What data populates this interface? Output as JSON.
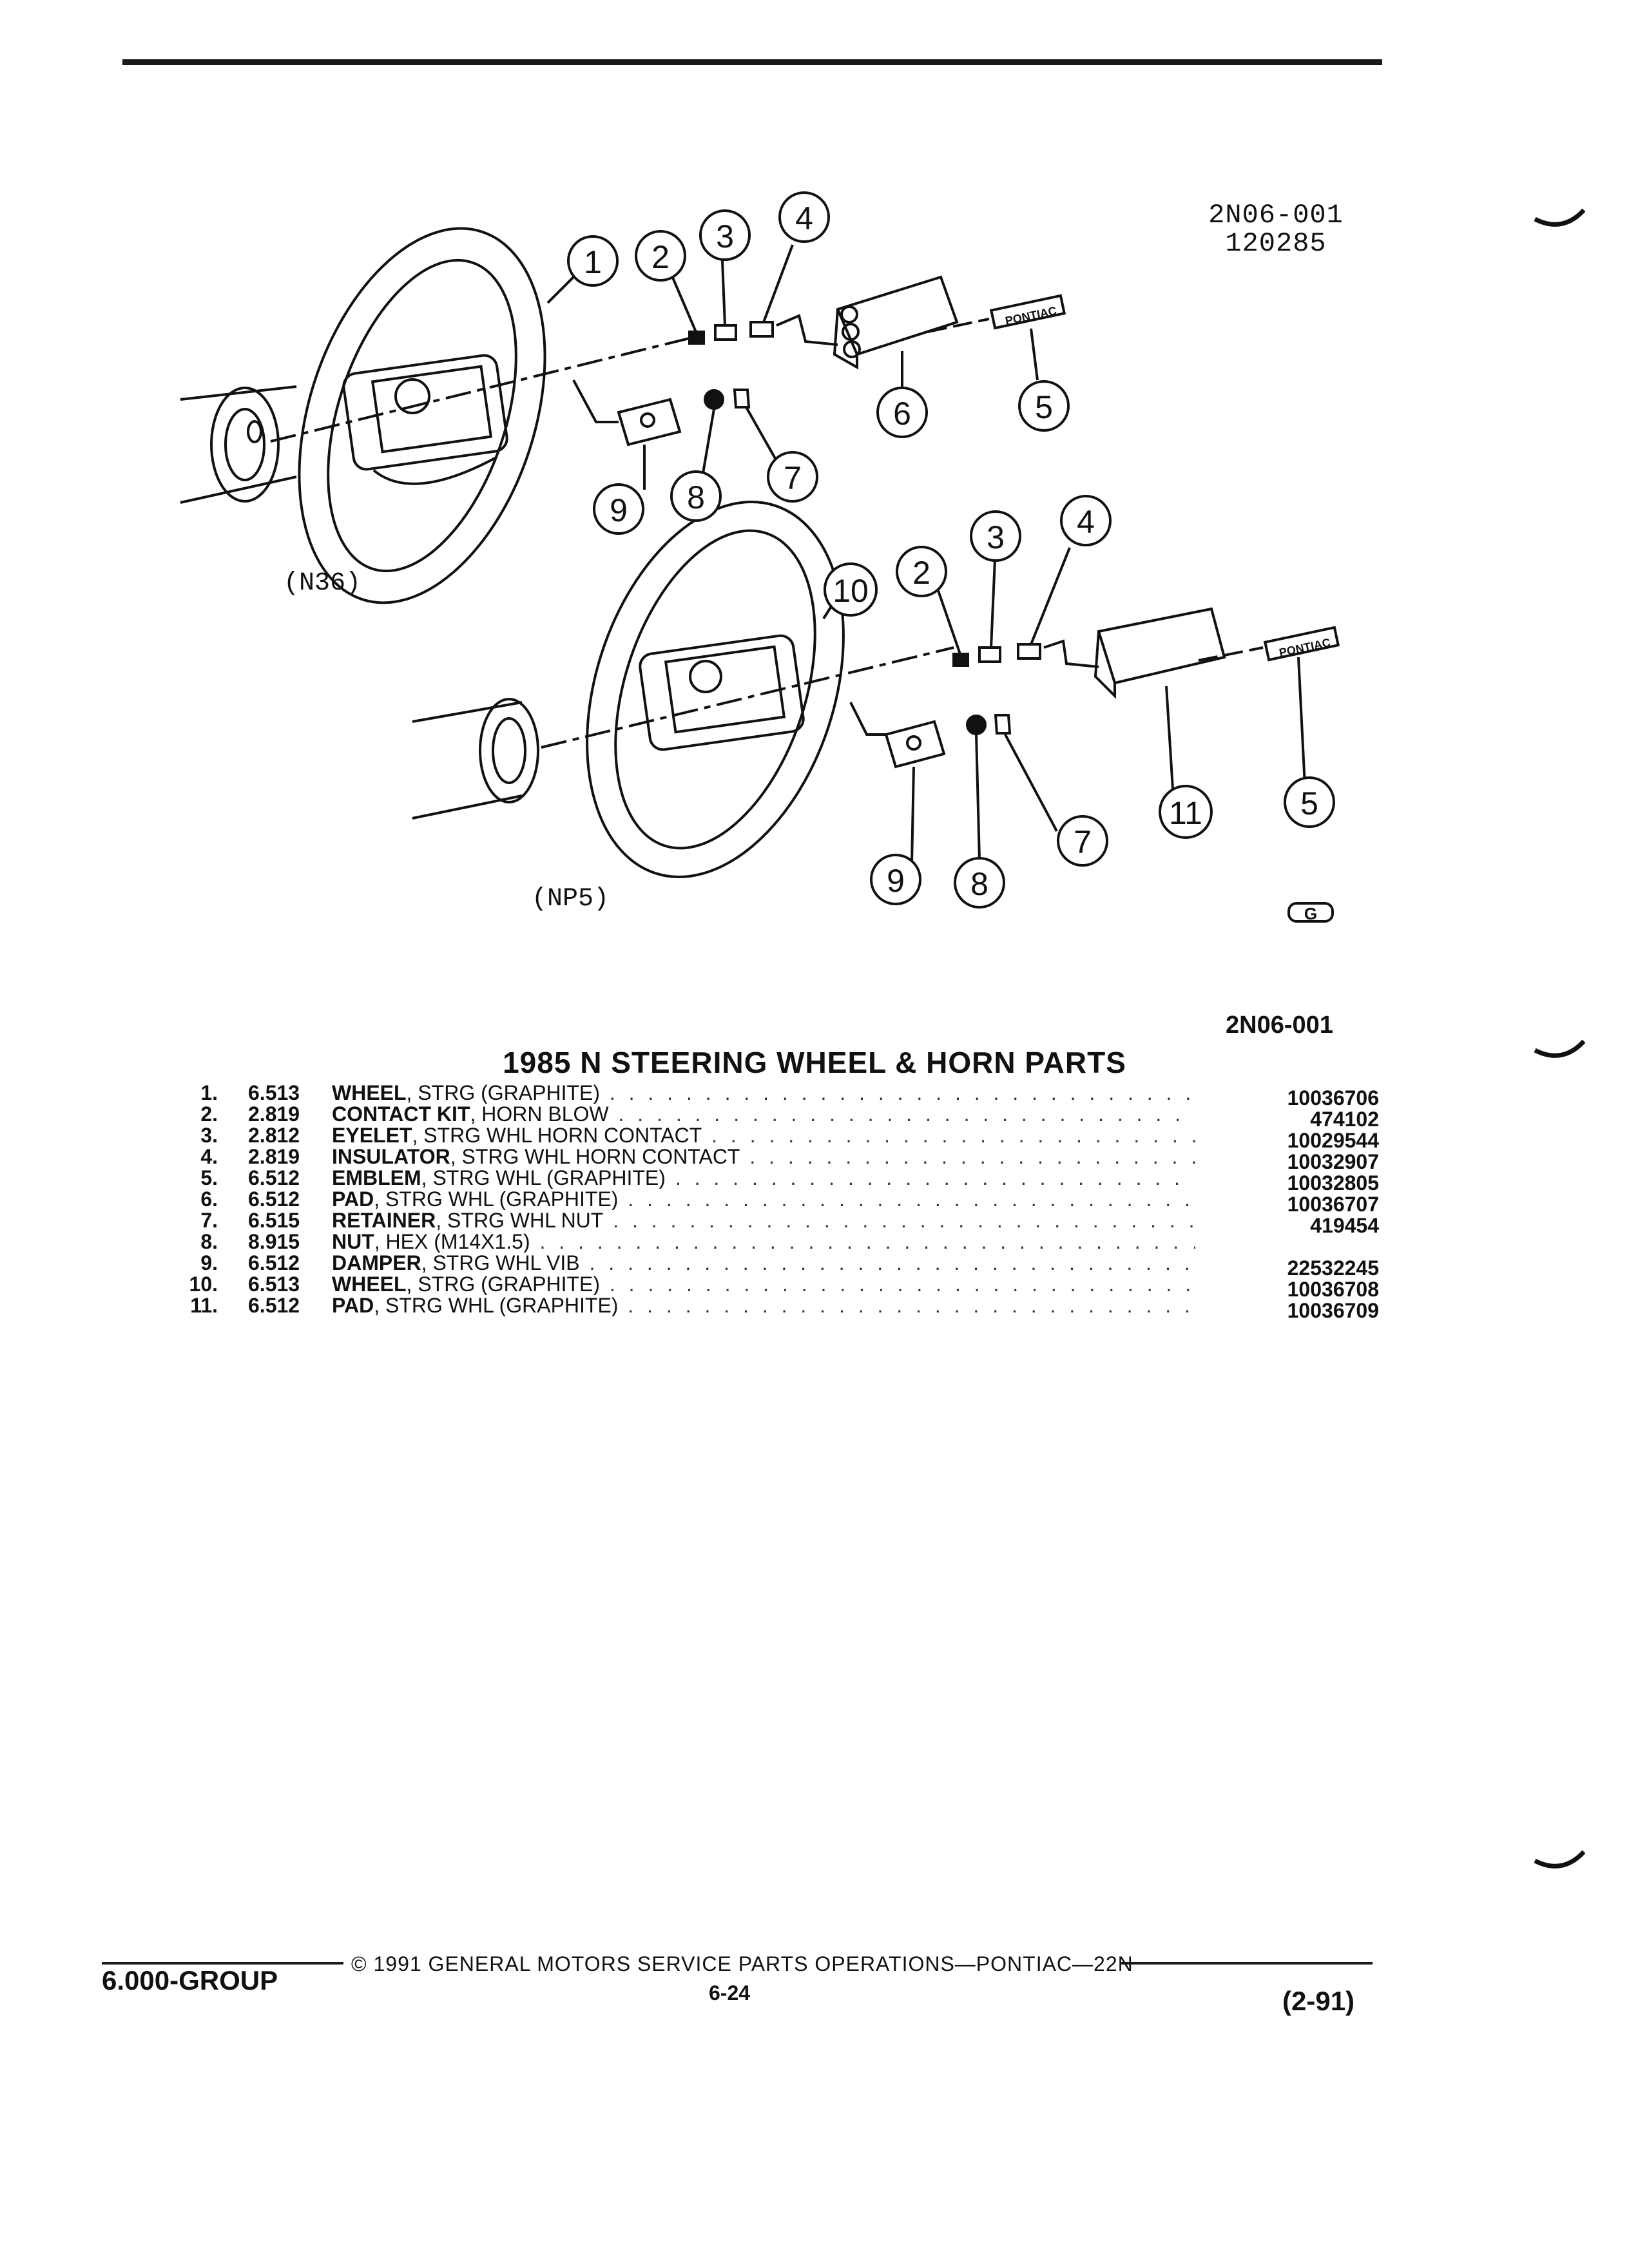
{
  "header": {
    "figure_code": "2N06-001",
    "figure_date": "120285"
  },
  "diagram": {
    "variant_top": "(N36)",
    "variant_bottom": "(NP5)",
    "emblem_text": "PONTIAC",
    "callouts_top": [
      "1",
      "2",
      "3",
      "4",
      "5",
      "6",
      "7",
      "8",
      "9"
    ],
    "callouts_bottom": [
      "10",
      "2",
      "3",
      "4",
      "11",
      "5",
      "7",
      "8",
      "9"
    ],
    "corner_mark": "G",
    "ref_code": "2N06-001"
  },
  "title": "1985 N STEERING WHEEL & HORN PARTS",
  "parts": [
    {
      "num": "1.",
      "group": "6.513",
      "name": "WHEEL",
      "desc": ", STRG (GRAPHITE)",
      "part_no": "10036706"
    },
    {
      "num": "2.",
      "group": "2.819",
      "name": "CONTACT KIT",
      "desc": ", HORN BLOW",
      "part_no": "474102"
    },
    {
      "num": "3.",
      "group": "2.812",
      "name": "EYELET",
      "desc": ", STRG WHL HORN CONTACT",
      "part_no": "10029544"
    },
    {
      "num": "4.",
      "group": "2.819",
      "name": "INSULATOR",
      "desc": ", STRG WHL HORN CONTACT",
      "part_no": "10032907"
    },
    {
      "num": "5.",
      "group": "6.512",
      "name": "EMBLEM",
      "desc": ", STRG WHL (GRAPHITE)",
      "part_no": "10032805"
    },
    {
      "num": "6.",
      "group": "6.512",
      "name": "PAD",
      "desc": ", STRG WHL (GRAPHITE)",
      "part_no": "10036707"
    },
    {
      "num": "7.",
      "group": "6.515",
      "name": "RETAINER",
      "desc": ", STRG WHL NUT",
      "part_no": "419454"
    },
    {
      "num": "8.",
      "group": "8.915",
      "name": "NUT",
      "desc": ", HEX (M14X1.5)",
      "part_no": ""
    },
    {
      "num": "9.",
      "group": "6.512",
      "name": "DAMPER",
      "desc": ", STRG WHL VIB",
      "part_no": "22532245"
    },
    {
      "num": "10.",
      "group": "6.513",
      "name": "WHEEL",
      "desc": ", STRG (GRAPHITE)",
      "part_no": "10036708"
    },
    {
      "num": "11.",
      "group": "6.512",
      "name": "PAD",
      "desc": ", STRG WHL (GRAPHITE)",
      "part_no": "10036709"
    }
  ],
  "footer": {
    "group": "6.000-GROUP",
    "copyright": "© 1991 GENERAL MOTORS SERVICE PARTS OPERATIONS—PONTIAC—22N",
    "page": "6-24",
    "revision": "(2-91)"
  }
}
